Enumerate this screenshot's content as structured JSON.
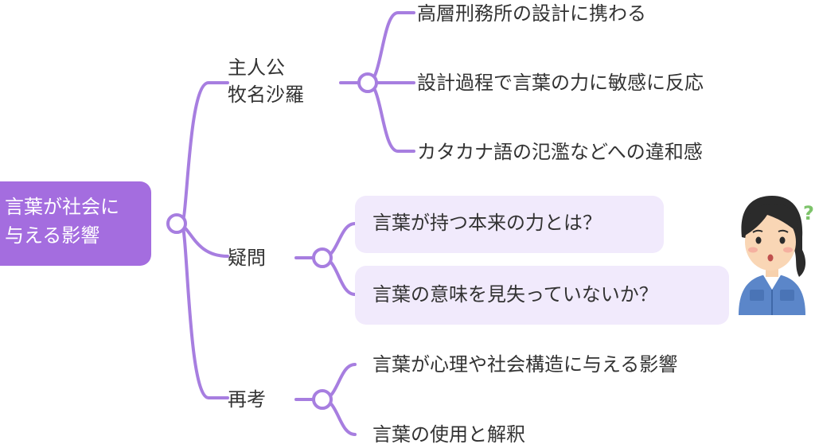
{
  "colors": {
    "branch": "#a77ee0",
    "root_fill": "#a46ddf",
    "root_text": "#ffffff",
    "bubble_fill": "#f1eafc",
    "text": "#333333",
    "question_mark": "#7dc36a"
  },
  "mindmap": {
    "root": {
      "line1": "言葉が社会に",
      "line2": "与える影響"
    },
    "branches": [
      {
        "label_line1": "主人公",
        "label_line2": "牧名沙羅",
        "leaves": [
          "高層刑務所の設計に携わる",
          "設計過程で言葉の力に敏感に反応",
          "カタカナ語の氾濫などへの違和感"
        ]
      },
      {
        "label_line1": "疑問",
        "leaves": [
          "言葉が持つ本来の力とは？",
          "言葉の意味を見失っていないか？"
        ]
      },
      {
        "label_line1": "再考",
        "leaves": [
          "言葉が心理や社会構造に与える影響",
          "言葉の使用と解釈"
        ]
      }
    ]
  },
  "illustration": {
    "icon": "confused-woman-worker-icon",
    "question_mark": "?"
  }
}
